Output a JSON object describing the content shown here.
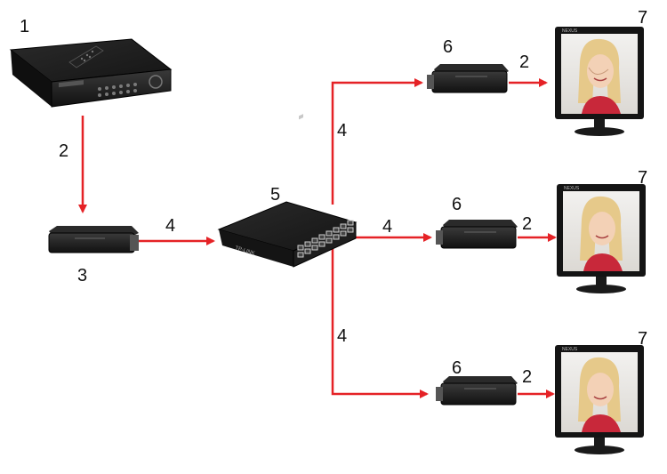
{
  "nodes": {
    "dvr": {
      "number": "1"
    },
    "transmitter": {
      "number": "3"
    },
    "switch": {
      "number": "5",
      "brand": "TP-LINK"
    },
    "receivers": [
      {
        "number": "6"
      },
      {
        "number": "6"
      },
      {
        "number": "6"
      }
    ],
    "monitors": [
      {
        "number": "7",
        "badge": "NEXUS"
      },
      {
        "number": "7",
        "badge": "NEXUS"
      },
      {
        "number": "7",
        "badge": "NEXUS"
      }
    ]
  },
  "links": {
    "dvr_to_transmitter": "2",
    "transmitter_to_switch": "4",
    "switch_to_receiver_top": "4",
    "switch_to_receiver_middle": "4",
    "switch_to_receiver_bottom": "4",
    "receiver_to_monitor_top": "2",
    "receiver_to_monitor_middle": "2",
    "receiver_to_monitor_bottom": "2"
  },
  "colors": {
    "arrow": "#e52226",
    "device_body": "#1c1c1c",
    "device_highlight": "#3a3a3a",
    "screen_background": "#e8e6e2",
    "hair": "#e6c98a",
    "skin": "#f3d1b6",
    "shirt": "#c8283a"
  }
}
